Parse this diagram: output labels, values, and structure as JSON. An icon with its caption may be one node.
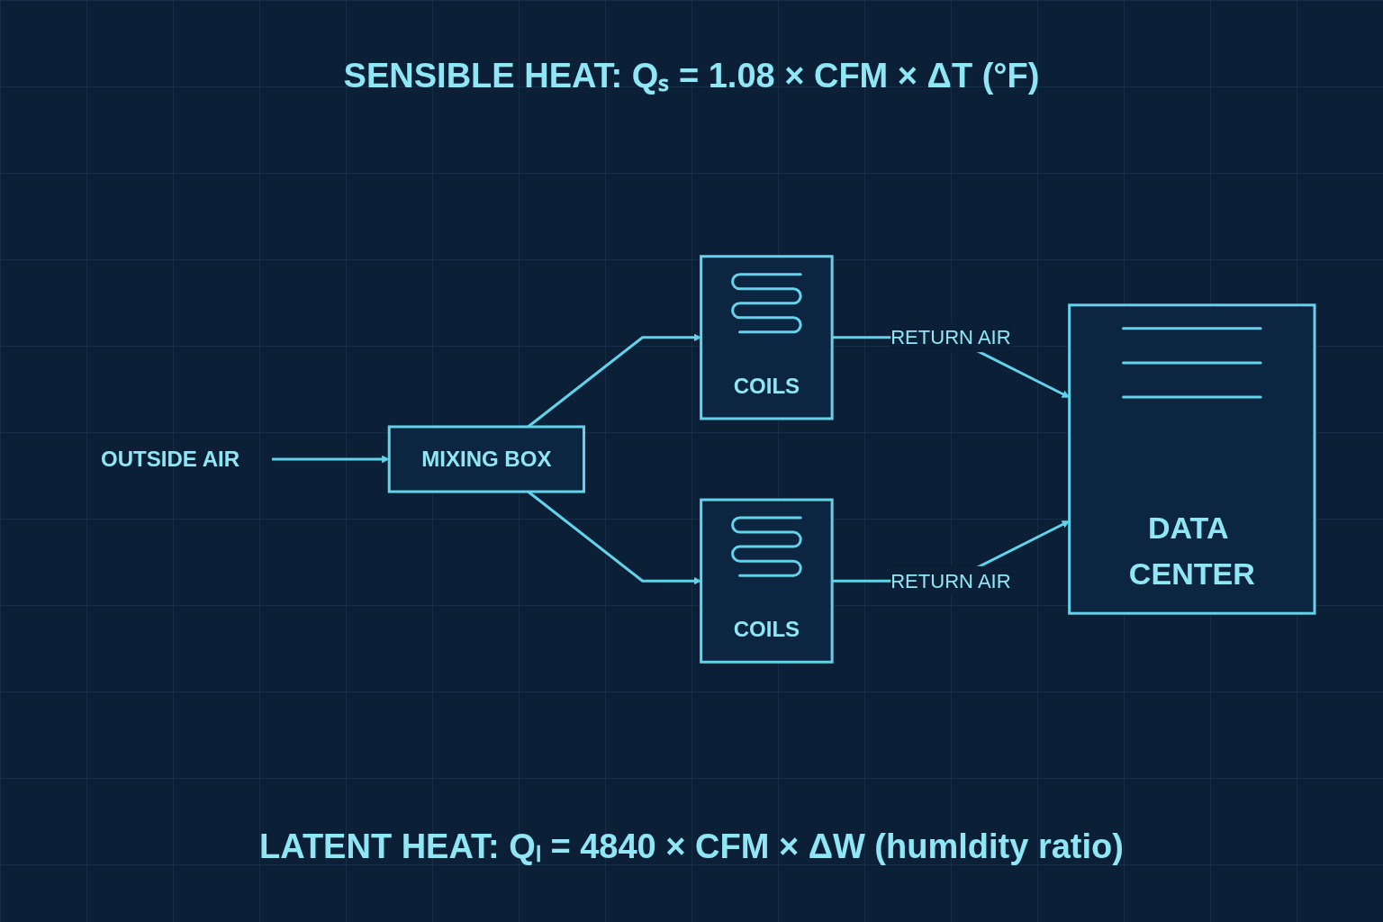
{
  "diagram": {
    "nodes": [
      {
        "text": [
          "OUTSIDE AIR"
        ]
      },
      {
        "text": [
          "MIXING BOX"
        ]
      },
      {
        "text": [
          "COILS"
        ]
      },
      {
        "text": [
          "COILS"
        ]
      },
      {
        "text": [
          "DATA CENTER"
        ]
      }
    ],
    "edges": [
      {
        "from": 0,
        "to": 1,
        "arrow": "to"
      },
      {
        "from": 1,
        "to": 2,
        "arrow": "to"
      },
      {
        "from": 1,
        "to": 3,
        "arrow": "to"
      },
      {
        "from": 2,
        "to": 4,
        "arrow": "to",
        "label": "RETURN AIR"
      },
      {
        "from": 3,
        "to": 4,
        "arrow": "to",
        "label": "RETURN AIR"
      }
    ],
    "labels": [
      "SENSIBLE HEAT: Qₛ = 1.08 × CFM × ΔT (°F)",
      "LATENT HEAT: Qₗ = 4840 × CFM × ΔW (humldity ratio)"
    ]
  }
}
